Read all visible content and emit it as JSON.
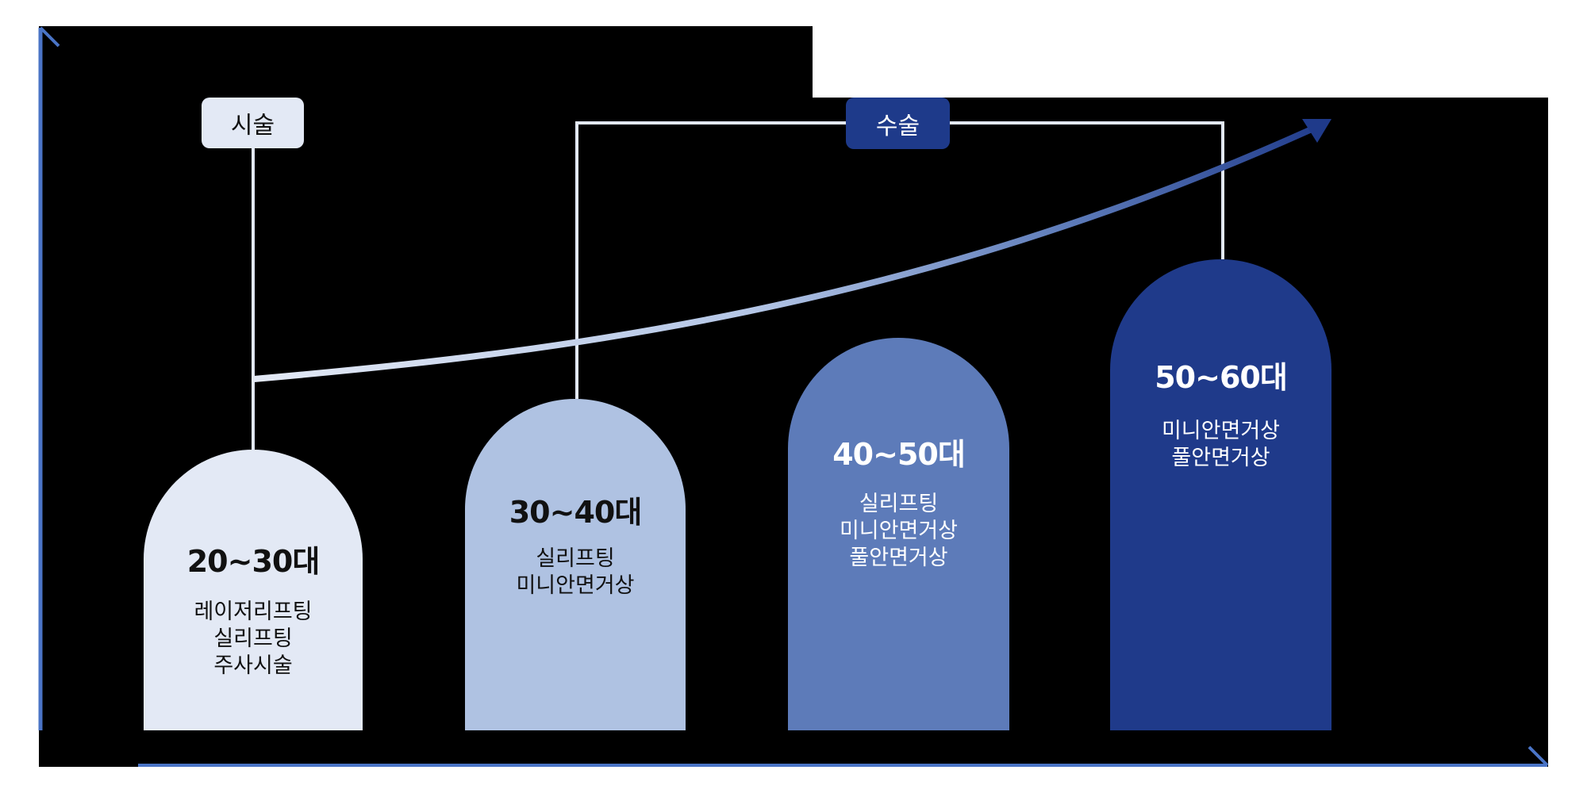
{
  "labels": {
    "procedure": "시술",
    "surgery": "수술"
  },
  "colors": {
    "axis": "#4A74C6",
    "connector": "#E3E9F5",
    "stage1": "#E3E9F5",
    "stage2": "#AFC2E2",
    "stage3": "#5D7BB9",
    "stage4": "#1F3A8A",
    "surgery_tag": "#1E3A8A"
  },
  "stages": [
    {
      "age": "20~30대",
      "treatments": [
        "레이저리프팅",
        "실리프팅",
        "주사시술"
      ]
    },
    {
      "age": "30~40대",
      "treatments": [
        "실리프팅",
        "미니안면거상"
      ]
    },
    {
      "age": "40~50대",
      "treatments": [
        "실리프팅",
        "미니안면거상",
        "풀안면거상"
      ]
    },
    {
      "age": "50~60대",
      "treatments": [
        "미니안면거상",
        "풀안면거상"
      ]
    }
  ]
}
